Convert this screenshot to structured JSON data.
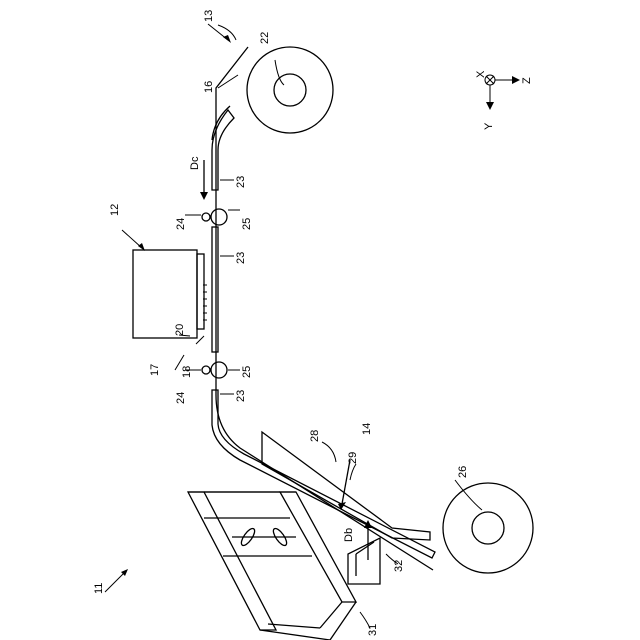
{
  "labels": {
    "n11": "11",
    "n12": "12",
    "n13": "13",
    "n14": "14",
    "n16": "16",
    "n17": "17",
    "n18": "18",
    "n20": "20",
    "n22": "22",
    "n23a": "23",
    "n23b": "23",
    "n23c": "23",
    "n24a": "24",
    "n24b": "24",
    "n25a": "25",
    "n25b": "25",
    "n26": "26",
    "n28": "28",
    "n29": "29",
    "n31": "31",
    "n32": "32",
    "dc": "Dc",
    "db": "Db"
  },
  "axes": {
    "x": "X",
    "y": "Y",
    "z": "Z"
  }
}
